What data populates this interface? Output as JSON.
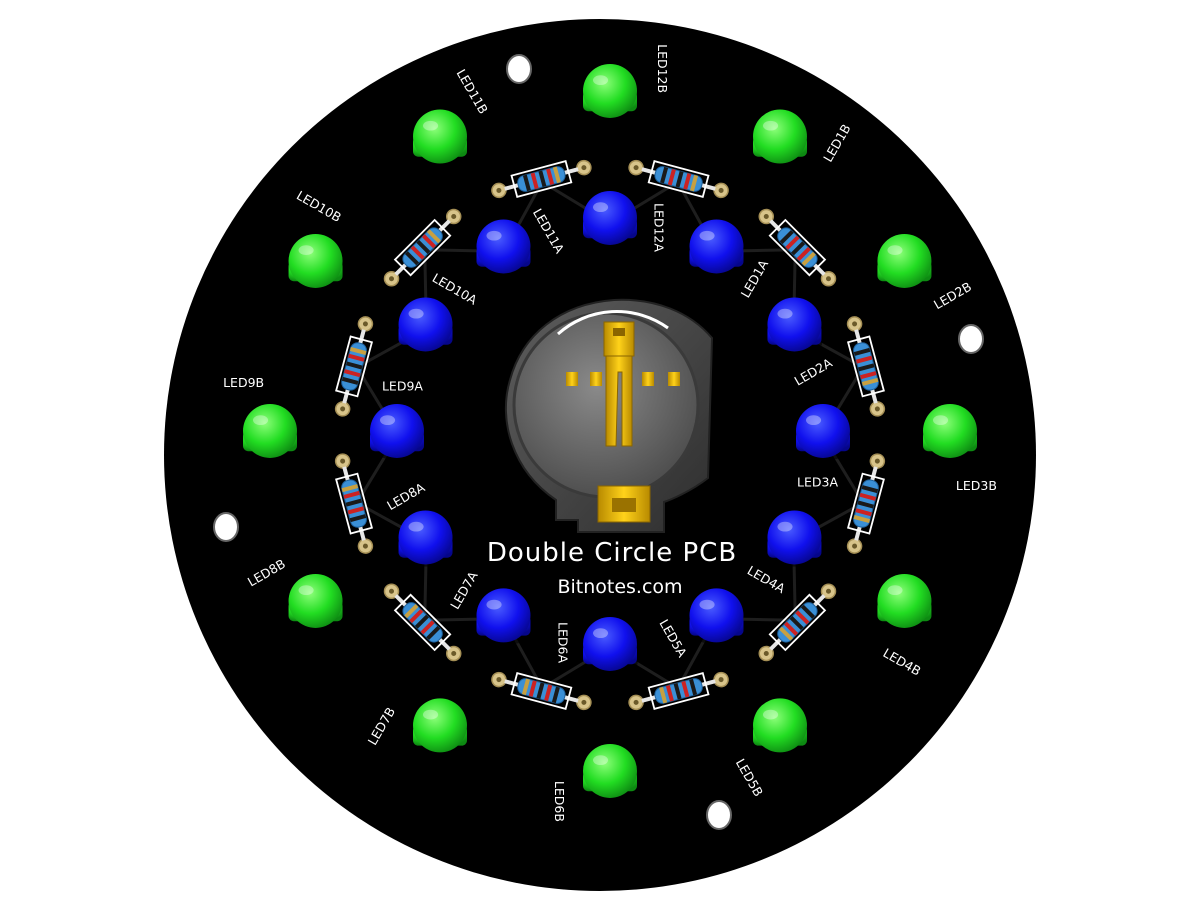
{
  "board": {
    "title": "Double Circle PCB",
    "subtitle": "Bitnotes.com",
    "colors": {
      "board": "#000000",
      "silkscreen": "#ffffff",
      "inner_leds": "#1010ee",
      "outer_leds": "#22dd22",
      "resistor_body": "#3a8fd6",
      "pad": "#d8c48a",
      "battery_holder": "#4a4a4a",
      "contact": "#e8b800"
    }
  },
  "inner_ring": {
    "component": "blue LED",
    "labels": [
      "LED1A",
      "LED2A",
      "LED3A",
      "LED4A",
      "LED5A",
      "LED6A",
      "LED7A",
      "LED8A",
      "LED9A",
      "LED10A",
      "LED11A",
      "LED12A"
    ]
  },
  "outer_ring": {
    "component": "green LED",
    "labels": [
      "LED1B",
      "LED2B",
      "LED3B",
      "LED4B",
      "LED5B",
      "LED6B",
      "LED7B",
      "LED8B",
      "LED9B",
      "LED10B",
      "LED11B",
      "LED12B"
    ]
  },
  "resistors": {
    "count": 12
  },
  "battery_holder": {
    "type": "coin cell holder"
  },
  "mounting_holes": {
    "count": 4
  }
}
